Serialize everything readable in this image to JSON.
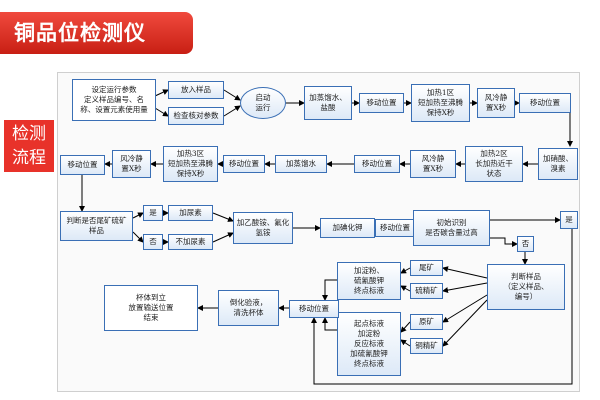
{
  "title": "铜品位检测仪",
  "side_label": [
    "检测",
    "流程"
  ],
  "nodes": {
    "setup": "设定运行参数\n定义样品编号、名\n称、设置元素使用量",
    "load_sample": "放入样品",
    "check_params": "检查核对参数",
    "start": "启动\n运行",
    "add_water_hcl": "加蒸馏水、\n盐酸",
    "move1": "移动位置",
    "heat1": "加热1区\n短加热至沸腾\n保持X秒",
    "air_cool1": "风冷静\n置X秒",
    "move2": "移动位置",
    "add_nitric": "加硝酸、\n溴素",
    "heat2": "加热2区\n长加热近干\n状态",
    "air_cool2": "风冷静\n置X秒",
    "move3": "移动位置",
    "add_water": "加蒸馏水",
    "move4": "移动位置",
    "heat3": "加热3区\n短加热至沸腾\n保持X秒",
    "air_cool3": "风冷静\n置X秒",
    "move5": "移动位置",
    "judge_tailing": "判断是否尾矿硫矿\n样品",
    "yes1": "是",
    "add_urea": "加尿素",
    "no1": "否",
    "no_urea": "不加尿素",
    "add_acetate": "加乙酸铵、氟化\n氢铵",
    "add_ki": "加碘化钾",
    "move6": "移动位置",
    "identify": "初始识别\n是否碳含量过高",
    "yes2": "是",
    "no2": "否",
    "judge_sample": "判断样品\n（定义样品、\n编号）",
    "tailing": "尾矿",
    "sulfur_conc": "硫精矿",
    "raw_ore": "原矿",
    "copper_conc": "铜精矿",
    "titrate_a": "加淀粉、\n硫氰酸钾\n终点标液",
    "titrate_b": "起点标液\n加淀粉\n反应标液\n加硫氰酸钾\n终点标液",
    "move7": "移动位置",
    "rinse": "倒化验液，\n清洗杯体",
    "finish": "杯体到立\n放置输送位置\n结束"
  }
}
